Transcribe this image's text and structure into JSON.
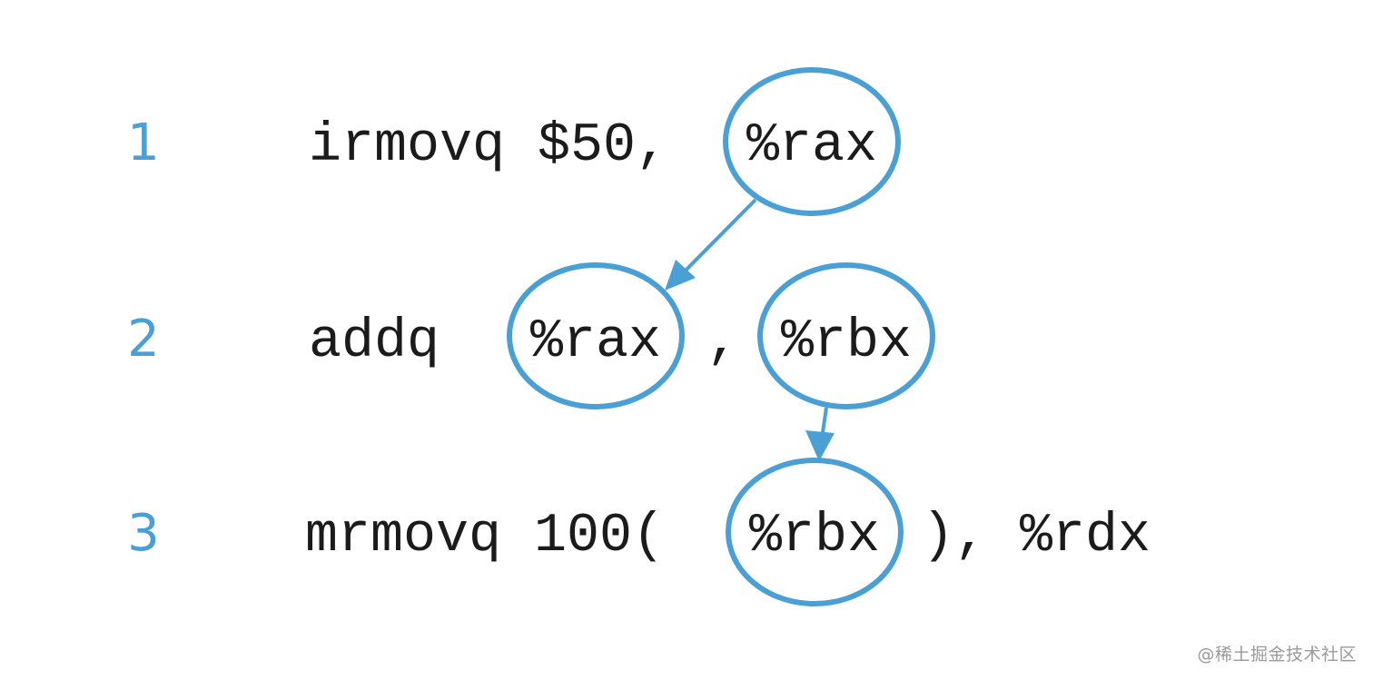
{
  "colors": {
    "accent": "#4a9fd4",
    "text": "#1b1b1b",
    "watermark": "#9a9a9a"
  },
  "lines": [
    {
      "number": "1",
      "parts": [
        "irmovq $50,",
        "%rax"
      ]
    },
    {
      "number": "2",
      "parts": [
        "addq",
        "%rax",
        ",",
        "%rbx"
      ]
    },
    {
      "number": "3",
      "parts": [
        "mrmovq 100(",
        "%rbx",
        "), %rdx"
      ]
    }
  ],
  "dependencies": [
    {
      "from": "line-1 %rax",
      "to": "line-2 %rax"
    },
    {
      "from": "line-2 %rbx",
      "to": "line-3 %rbx"
    }
  ],
  "watermark": "@稀土掘金技术社区"
}
